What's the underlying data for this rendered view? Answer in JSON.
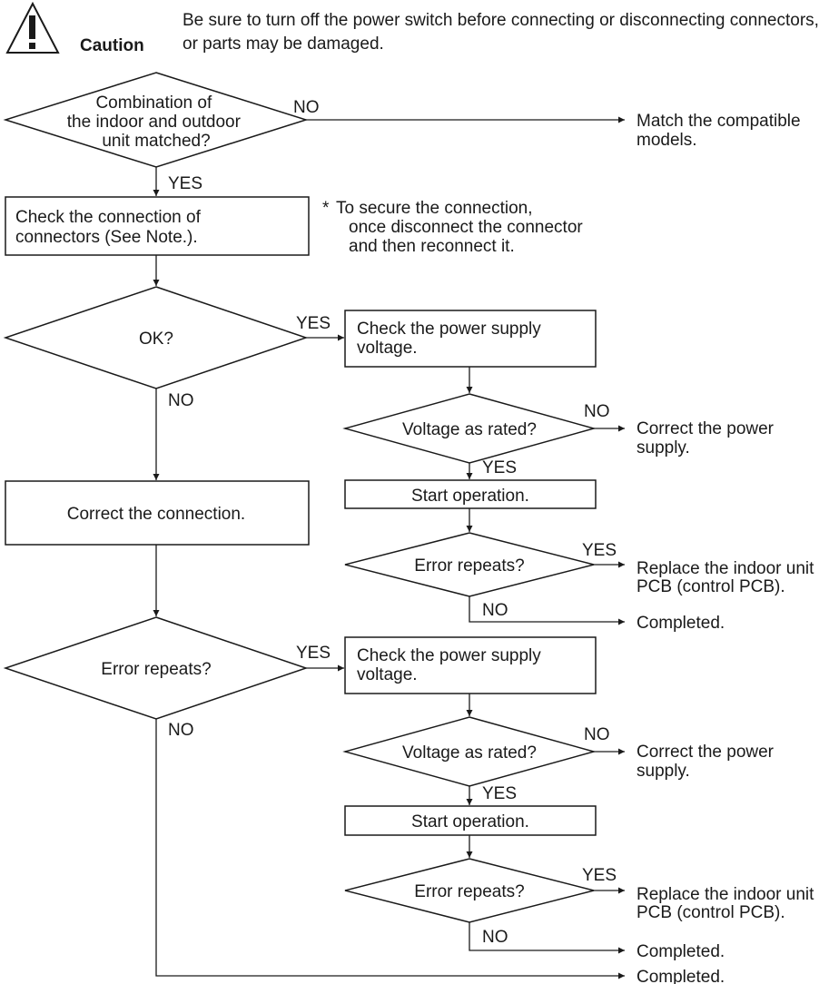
{
  "caution": {
    "label": "Caution",
    "message": "Be sure to turn off the power switch before connecting or disconnecting connectors, or parts may be damaged.",
    "icon": "warning-triangle-icon"
  },
  "labels": {
    "yes": "YES",
    "no": "NO"
  },
  "nodes": {
    "combo": [
      "Combination of",
      "the indoor and outdoor",
      "unit matched?"
    ],
    "match_models": [
      "Match the compatible",
      "models."
    ],
    "check_connectors": [
      "Check the connection of",
      "connectors (See Note.)."
    ],
    "note": [
      "To secure the connection,",
      "once disconnect the connector",
      "and then reconnect it."
    ],
    "note_marker": "*",
    "ok": "OK?",
    "check_power": [
      "Check the power supply",
      "voltage."
    ],
    "voltage_rated": "Voltage as rated?",
    "correct_power": [
      "Correct the power",
      "supply."
    ],
    "start_operation": "Start operation.",
    "error_repeats": "Error repeats?",
    "replace_pcb": [
      "Replace the indoor unit",
      "PCB (control PCB)."
    ],
    "completed": "Completed.",
    "correct_connection": "Correct the connection."
  }
}
